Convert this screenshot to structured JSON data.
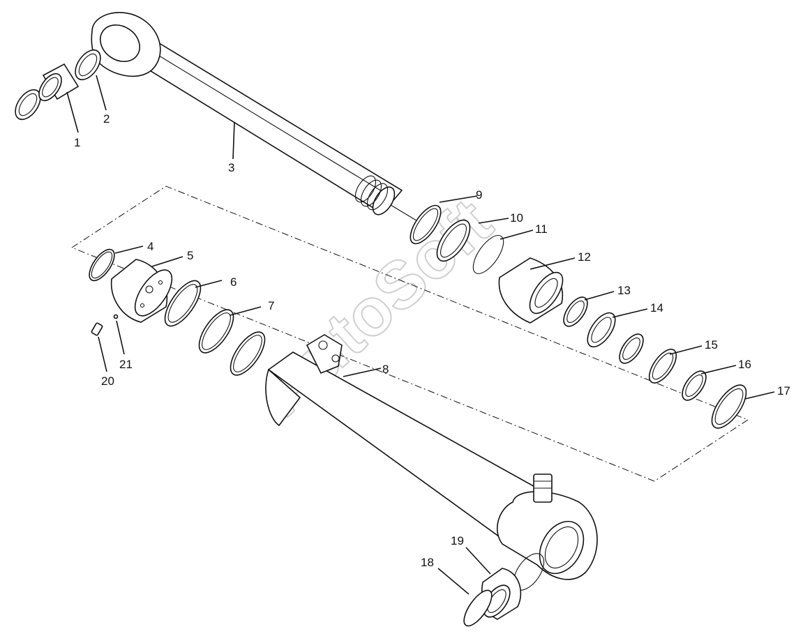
{
  "watermark": "AutoSoft",
  "callouts": [
    {
      "id": "1",
      "text": "1"
    },
    {
      "id": "2",
      "text": "2"
    },
    {
      "id": "3",
      "text": "3"
    },
    {
      "id": "4",
      "text": "4"
    },
    {
      "id": "5",
      "text": "5"
    },
    {
      "id": "6",
      "text": "6"
    },
    {
      "id": "7",
      "text": "7"
    },
    {
      "id": "8",
      "text": "8"
    },
    {
      "id": "9",
      "text": "9"
    },
    {
      "id": "10",
      "text": "10"
    },
    {
      "id": "11",
      "text": "11"
    },
    {
      "id": "12",
      "text": "12"
    },
    {
      "id": "13",
      "text": "13"
    },
    {
      "id": "14",
      "text": "14"
    },
    {
      "id": "15",
      "text": "15"
    },
    {
      "id": "16",
      "text": "16"
    },
    {
      "id": "17",
      "text": "17"
    },
    {
      "id": "18",
      "text": "18"
    },
    {
      "id": "19",
      "text": "19"
    },
    {
      "id": "20",
      "text": "20"
    },
    {
      "id": "21",
      "text": "21"
    }
  ]
}
